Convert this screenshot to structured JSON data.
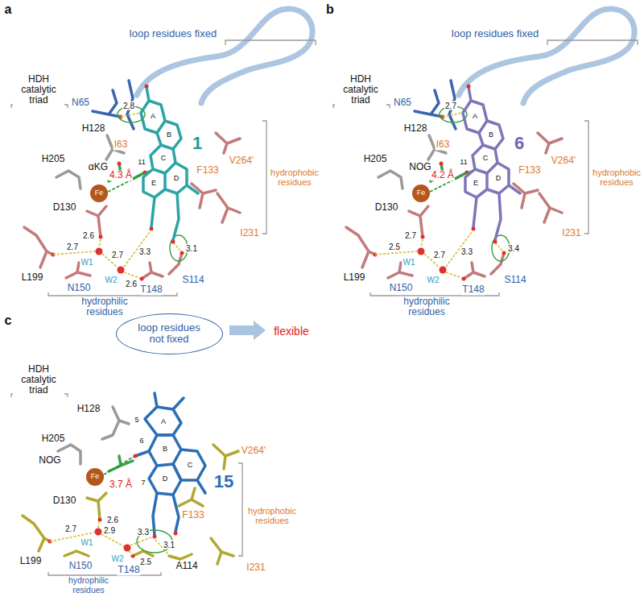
{
  "diagram": {
    "nodes": [
      {
        "text": [
          "loop residues not fixed"
        ]
      }
    ],
    "labels": [
      "a",
      "loop residues fixed",
      "HDH catalytic triad",
      "N65",
      "I63",
      "H128",
      "H205",
      "αKG",
      "2.8",
      "A",
      "1",
      "B",
      "F133",
      "V264'",
      "hydrophobic residues",
      "Fe",
      "4.3 Å",
      "11",
      "C",
      "E",
      "D",
      "D130",
      "I231",
      "2.6",
      "2.7",
      "W1",
      "2.7",
      "3.3",
      "W2",
      "2.6",
      "3.1",
      "L199",
      "N150",
      "T148",
      "S114",
      "hydrophilic residues",
      "b",
      "loop residues fixed",
      "HDH catalytic triad",
      "N65",
      "I63",
      "H128",
      "H205",
      "NOG",
      "2.7",
      "A",
      "6",
      "B",
      "F133",
      "V264'",
      "Fe",
      "4.2 Å",
      "C",
      "11",
      "hydrophobic residues",
      "D130",
      "E",
      "D",
      "I231",
      "2.7",
      "W1",
      "2.5",
      "2.7",
      "3.3",
      "3.4",
      "W2",
      "L199",
      "N150",
      "T148",
      "S114",
      "hydrophilic residues",
      "c",
      "flexible",
      "HDH catalytic triad",
      "H128",
      "H205",
      "NOG",
      "5",
      "A",
      "6",
      "3.7 Å",
      "B",
      "F133",
      "15",
      "C",
      "V264'",
      "hydrophobic residues",
      "D130",
      "7",
      "D",
      "2.6",
      "3.3",
      "2.7",
      "2.9",
      "3.1",
      "W1",
      "W2",
      "2.5",
      "I231",
      "L199",
      "A114",
      "N150",
      "T148",
      "hydrophilic residues",
      "Fe"
    ]
  }
}
